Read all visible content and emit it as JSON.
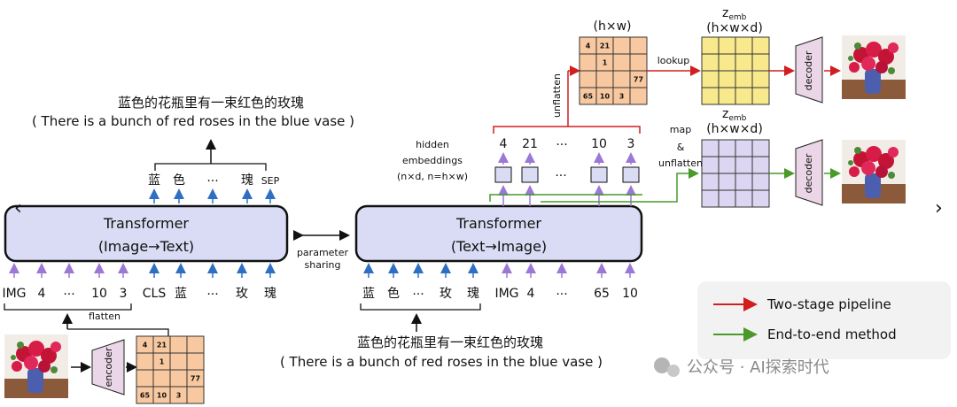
{
  "left": {
    "caption_cn": "蓝色的花瓶里有一束红色的玫瑰",
    "caption_en": "( There is a bunch of red roses in the blue vase )",
    "transformer_title": "Transformer",
    "transformer_subtitle": "(Image→Text)",
    "output_tokens": [
      "蓝",
      "色",
      "...",
      "瑰",
      "SEP"
    ],
    "input_tokens": [
      "IMG",
      "4",
      "...",
      "10",
      "3",
      "CLS",
      "蓝",
      "...",
      "玫",
      "瑰"
    ],
    "flatten_label": "flatten",
    "encoder_label": "encoder",
    "grid_values": [
      [
        "4",
        "21",
        "",
        ""
      ],
      [
        "",
        "1",
        "",
        ""
      ],
      [
        "",
        "",
        "",
        "77"
      ],
      [
        "65",
        "10",
        "3",
        ""
      ]
    ]
  },
  "middle": {
    "parameter_sharing": [
      "parameter",
      "sharing"
    ]
  },
  "right": {
    "transformer_title": "Transformer",
    "transformer_subtitle": "(Text→Image)",
    "input_tokens": [
      "蓝",
      "色",
      "...",
      "玫",
      "瑰",
      "IMG",
      "4",
      "...",
      "65",
      "10"
    ],
    "caption_cn": "蓝色的花瓶里有一束红色的玫瑰",
    "caption_en": "( There is a bunch of red roses in the blue vase )",
    "hidden_label": [
      "hidden",
      "embeddings",
      "(n×d, n=h×w)"
    ],
    "output_tokens": [
      "4",
      "21",
      "...",
      "10",
      "3"
    ],
    "hidden_dots": "...",
    "unflatten_label": "unflatten",
    "hw_label": "(h×w)",
    "grid_values": [
      [
        "4",
        "21",
        "",
        ""
      ],
      [
        "",
        "1",
        "",
        ""
      ],
      [
        "",
        "",
        "",
        "77"
      ],
      [
        "65",
        "10",
        "3",
        ""
      ]
    ],
    "lookup_label": "lookup",
    "zemb_top": {
      "main": "z",
      "sub": "emb",
      "dims": "(h×w×d)"
    },
    "zemb_bottom": {
      "main": "z",
      "sub": "emb",
      "dims": "(h×w×d)"
    },
    "map_label": [
      "map",
      "&",
      "unflatten"
    ],
    "decoder_label": "decoder"
  },
  "legend": {
    "items": [
      {
        "label": "Two-stage pipeline",
        "color": "#d11f1f"
      },
      {
        "label": "End-to-end method",
        "color": "#4a9a2a"
      }
    ]
  },
  "watermark": "公众号 · AI探索时代",
  "colors": {
    "transformer_fill": "#d9dcf4",
    "grid_peach": "#f8c9a0",
    "grid_yellow": "#f8ea8c",
    "grid_purple": "#dcd6f2",
    "decoder_fill": "#ead6e6",
    "blue_arrow": "#2e6fc4",
    "purple_arrow": "#9b78d6",
    "red_arrow": "#d11f1f",
    "green_arrow": "#4a9a2a"
  }
}
